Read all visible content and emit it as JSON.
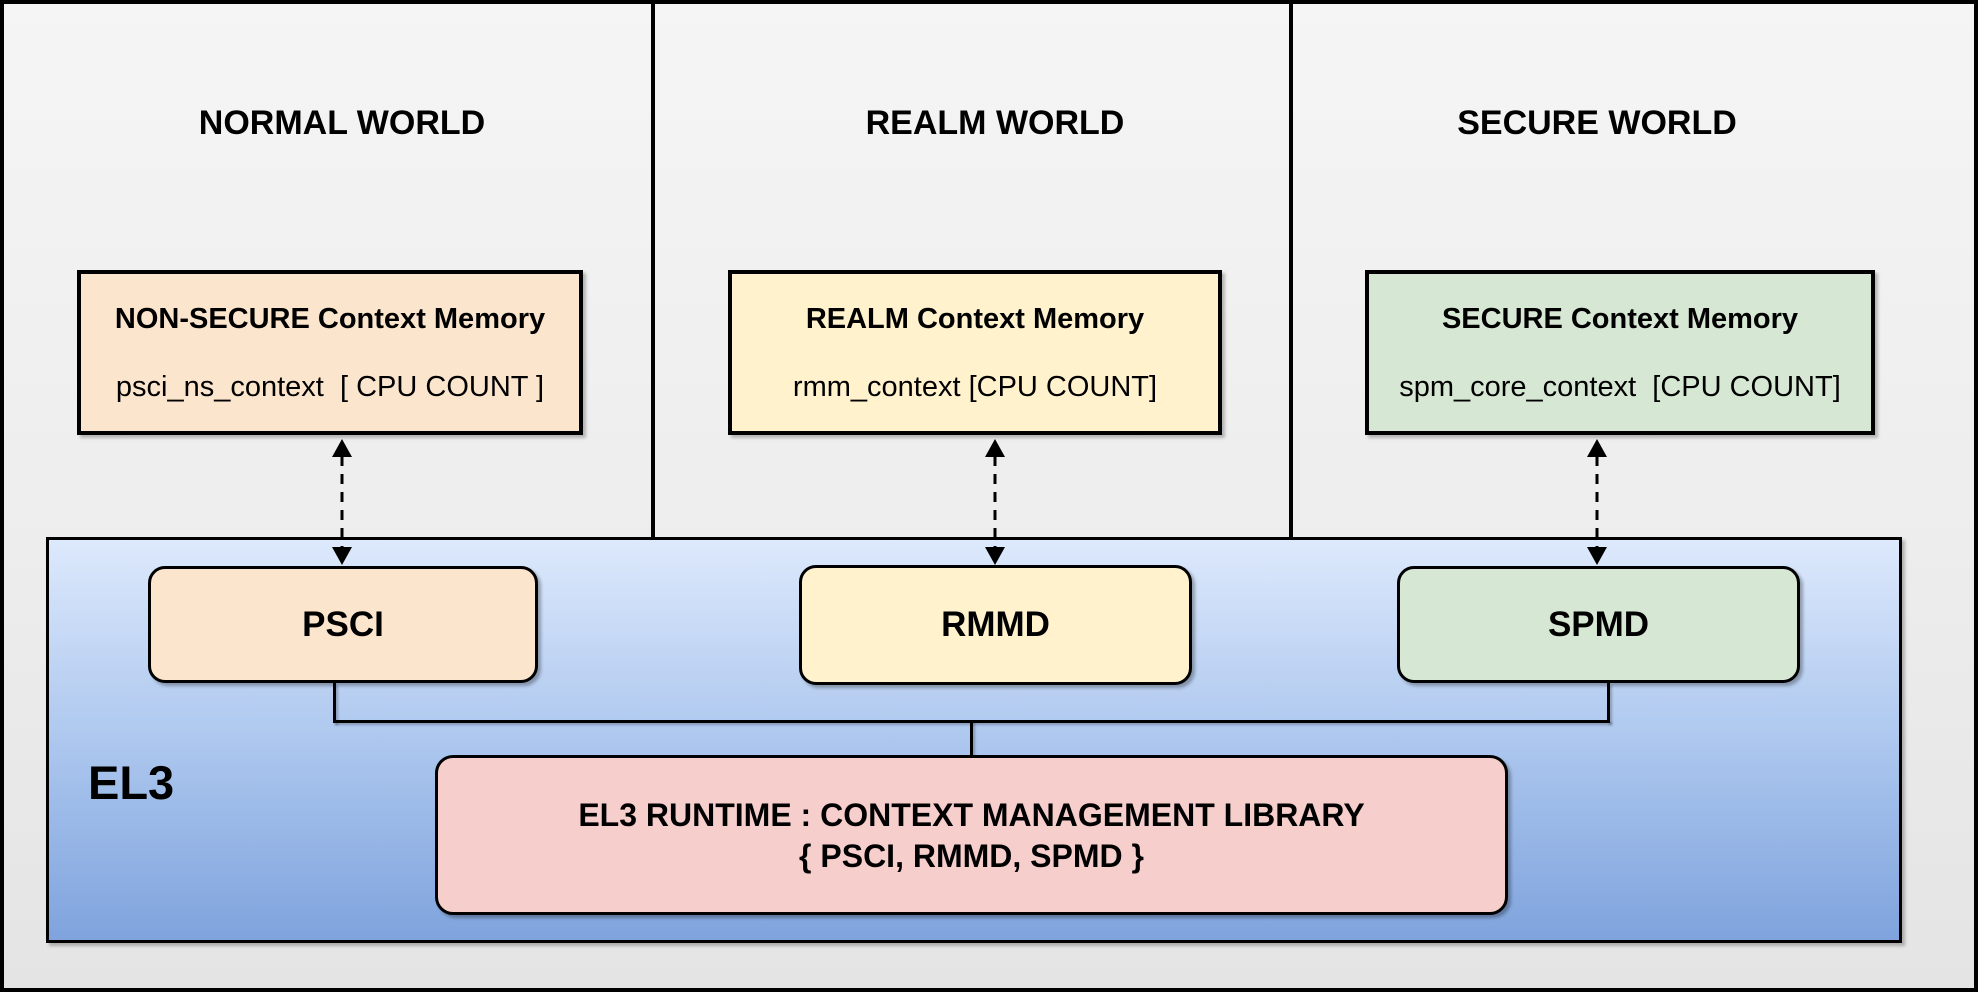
{
  "worlds": [
    {
      "title": "NORMAL WORLD",
      "memory_title": "NON-SECURE Context Memory",
      "memory_subtitle": "psci_ns_context  [ CPU COUNT ]",
      "component_label": "PSCI",
      "fill_color": "#fce5cd"
    },
    {
      "title": "REALM WORLD",
      "memory_title": "REALM Context Memory",
      "memory_subtitle": "rmm_context [CPU COUNT]",
      "component_label": "RMMD",
      "fill_color": "#fff2cc"
    },
    {
      "title": "SECURE WORLD",
      "memory_title": "SECURE Context Memory",
      "memory_subtitle": "spm_core_context  [CPU COUNT]",
      "component_label": "SPMD",
      "fill_color": "#d6e8d4"
    }
  ],
  "el3": {
    "label": "EL3",
    "runtime_box_line1": "EL3 RUNTIME : CONTEXT MANAGEMENT LIBRARY",
    "runtime_box_line2": "{ PSCI, RMMD, SPMD }",
    "runtime_fill_color": "#f6cecc",
    "background_gradient_top": "#dde9fc",
    "background_gradient_bottom": "#7fa3dd"
  },
  "line_color": "#000000"
}
